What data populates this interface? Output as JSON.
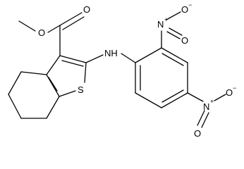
{
  "molecule": {
    "labels": {
      "ester_carbonyl_o": "O",
      "ester_ether_o": "O",
      "amine": "NH",
      "sulfur": "S",
      "nitro1_n": "N",
      "nitro1_o_top": "O",
      "nitro1_o_right": "O",
      "nitro2_n": "N",
      "nitro2_o_left": "O",
      "nitro2_o_right": "O"
    },
    "charges": {
      "nitro1_n": "+",
      "nitro1_o_top": "−",
      "nitro2_n": "+",
      "nitro2_o_right": "−"
    }
  }
}
